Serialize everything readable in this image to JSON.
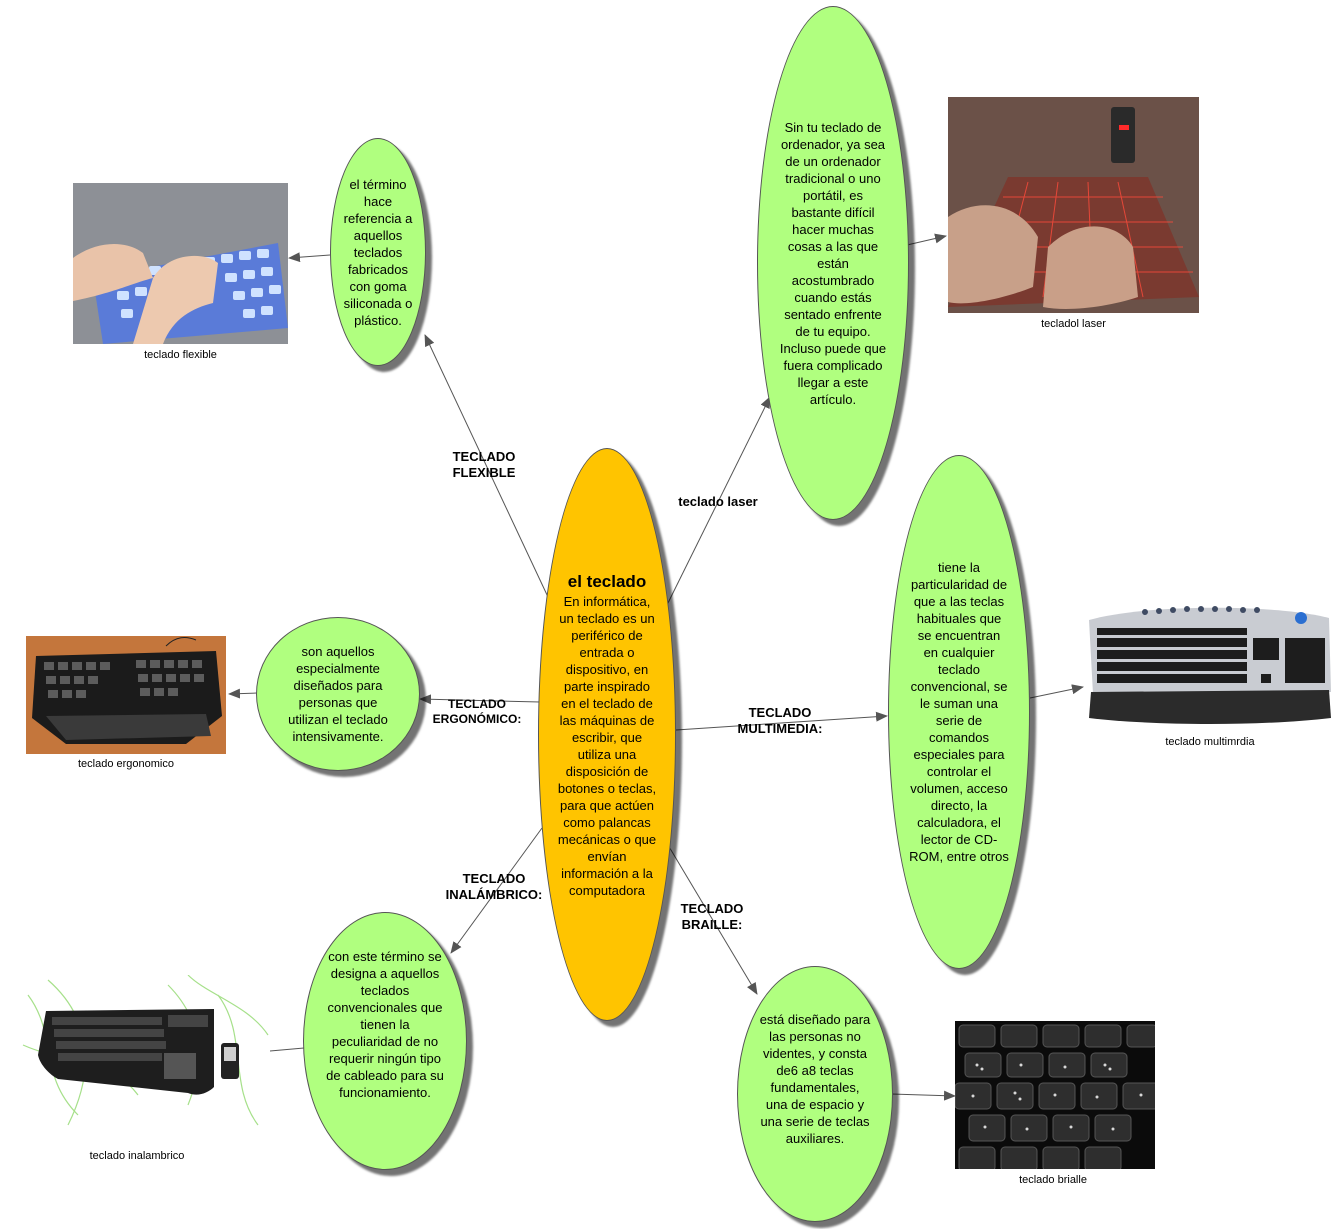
{
  "center": {
    "title": "el teclado",
    "text": "En informática, un teclado es un periférico de entrada o dispositivo, en parte inspirado en el teclado de las máquinas de escribir, que utiliza una disposición de botones o teclas, para que actúen como palancas mecánicas o que envían información a la computadora"
  },
  "branches": {
    "flexible": {
      "label": "TECLADO FLEXIBLE",
      "text": "el término hace referencia a aquellos teclados fabricados con goma siliconada o plástico.",
      "caption": "teclado flexible"
    },
    "laser": {
      "label": "teclado laser",
      "text": "Sin tu teclado de ordenador, ya sea de un ordenador tradicional o uno portátil, es bastante difícil hacer muchas cosas a las que están acostumbrado cuando estás sentado enfrente de tu equipo. Incluso puede que fuera complicado llegar a este artículo.",
      "caption": "tecladol laser"
    },
    "ergonomico": {
      "label": "TECLADO ERGONÓMICO:",
      "text": "son aquellos especialmente diseñados para personas que utilizan el teclado intensivamente.",
      "caption": "teclado ergonomico"
    },
    "multimedia": {
      "label": "TECLADO MULTIMEDIA:",
      "text": "tiene la particularidad de que a las teclas habituales que se encuentran en cualquier teclado convencional, se le suman una serie de comandos especiales para controlar el volumen, acceso directo, la calculadora, el lector de CD-ROM, entre otros",
      "caption": "teclado multimrdia"
    },
    "inalambrico": {
      "label": "TECLADO INALÁMBRICO:",
      "text": "con este término se designa a aquellos teclados convencionales que tienen la peculiaridad de no requerir ningún tipo de cableado para su funcionamiento.",
      "caption": "teclado inalambrico"
    },
    "braille": {
      "label": "TECLADO BRAILLE:",
      "text": "está diseñado para las personas no videntes, y consta de6 a8 teclas fundamentales, una de espacio y una serie de teclas auxiliares.",
      "caption": "teclado brialle"
    }
  },
  "colors": {
    "center_fill": "#ffc400",
    "node_fill": "#b0ff7f",
    "connector": "#555555"
  }
}
